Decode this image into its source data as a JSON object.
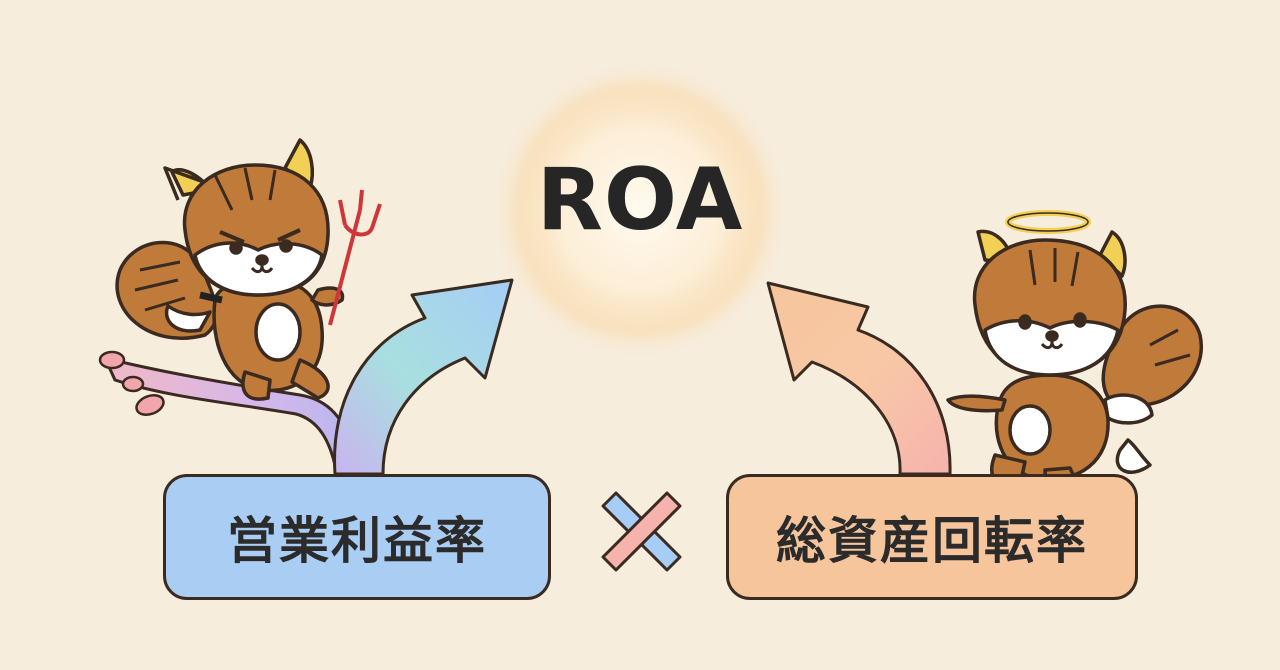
{
  "title": "ROA",
  "factor_left": {
    "label": "営業利益率"
  },
  "factor_right": {
    "label": "総資産回転率"
  },
  "operator": {
    "symbol": "multiply-icon"
  },
  "characters": {
    "left": "devil-squirrel-icon",
    "right": "angel-squirrel-icon"
  },
  "colors": {
    "background": "#f7eddd",
    "left_box": "#a9cdf3",
    "right_box": "#f6c59c",
    "squirrel": "#c07a3a",
    "outline": "#3a2a20"
  }
}
